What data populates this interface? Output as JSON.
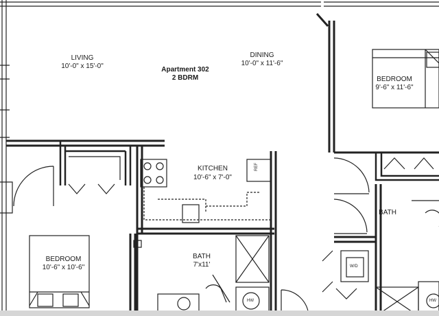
{
  "plan": {
    "title": "Apartment 302",
    "subtitle": "2 BDRM",
    "rooms": {
      "living": {
        "name": "LIVING",
        "size": "10'-0\" x 15'-0\""
      },
      "dining": {
        "name": "DINING",
        "size": "10'-0\" x 11'-6\""
      },
      "bedroom_ne": {
        "name": "BEDROOM",
        "size": "9'-6\" x 11'-6\""
      },
      "kitchen": {
        "name": "KITCHEN",
        "size": "10'-6\" x 7'-0\""
      },
      "bath_center": {
        "name": "BATH",
        "size": "7'x11'"
      },
      "bath_east": {
        "name": "BATH"
      },
      "bedroom_sw": {
        "name": "BEDROOM",
        "size": "10'-6\" x 10'-6\""
      }
    },
    "fixtures": {
      "ref": "REF",
      "wd": "W/D",
      "hw1": "HW",
      "hw2": "HW"
    }
  }
}
